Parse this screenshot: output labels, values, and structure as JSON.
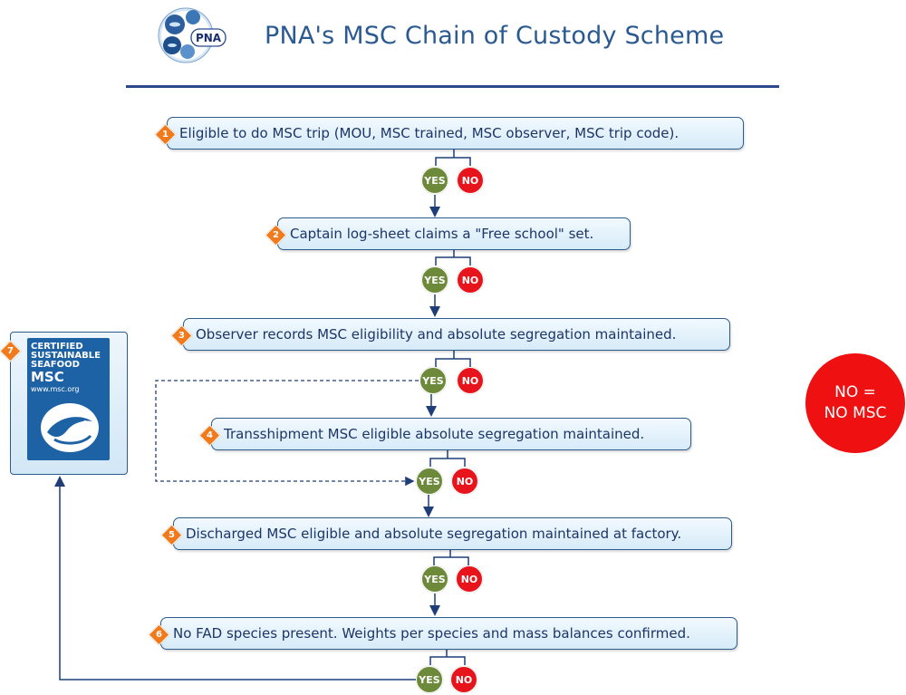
{
  "header": {
    "title": "PNA's MSC Chain of Custody Scheme",
    "logo_text": "PNA"
  },
  "steps": [
    {
      "number": "1",
      "text": "Eligible to do MSC trip (MOU, MSC trained, MSC observer, MSC trip code)."
    },
    {
      "number": "2",
      "text": "Captain log-sheet claims a \"Free school\" set."
    },
    {
      "number": "3",
      "text": "Observer records MSC eligibility and absolute segregation maintained."
    },
    {
      "number": "4",
      "text": "Transshipment MSC eligible absolute segregation maintained."
    },
    {
      "number": "5",
      "text": "Discharged MSC eligible and absolute segregation maintained at factory."
    },
    {
      "number": "6",
      "text": "No FAD species present. Weights per species and mass balances confirmed."
    }
  ],
  "decision": {
    "yes": "YES",
    "no": "NO"
  },
  "no_msc": {
    "line1": "NO =",
    "line2": "NO MSC"
  },
  "msc_label": {
    "number": "7",
    "line1": "CERTIFIED",
    "line2": "SUSTAINABLE",
    "line3": "SEAFOOD",
    "line4": "MSC",
    "line5": "www.msc.org"
  },
  "colors": {
    "title": "#2b5a92",
    "rule": "#2a4a8c",
    "step_border": "#2d5b8c",
    "step_fill": "#d6ebf8",
    "number_badge": "#f07a1c",
    "yes": "#6d8a3a",
    "no": "#e8141c",
    "no_msc": "#ef1111",
    "msc_blue": "#1e62a6",
    "connector": "#1f3e78"
  }
}
